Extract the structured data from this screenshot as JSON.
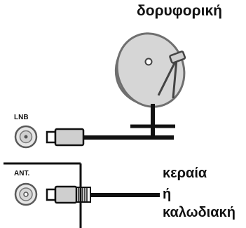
{
  "labels": {
    "satellite": "δορυφορική",
    "lnb_port": "LNB",
    "ant_port": "ANT.",
    "antenna": "κεραία",
    "or": "ή",
    "cable": "καλωδιακή"
  },
  "colors": {
    "line": "#111111",
    "dish_fill": "#d9d9d9",
    "dish_stroke": "#6f6f6f",
    "port_fill": "#e6e6e6",
    "connector_fill": "#cfcfcf"
  },
  "icons": [
    "satellite-dish-icon",
    "lnb-port-icon",
    "antenna-port-icon",
    "f-connector-icon",
    "coax-connector-icon"
  ]
}
